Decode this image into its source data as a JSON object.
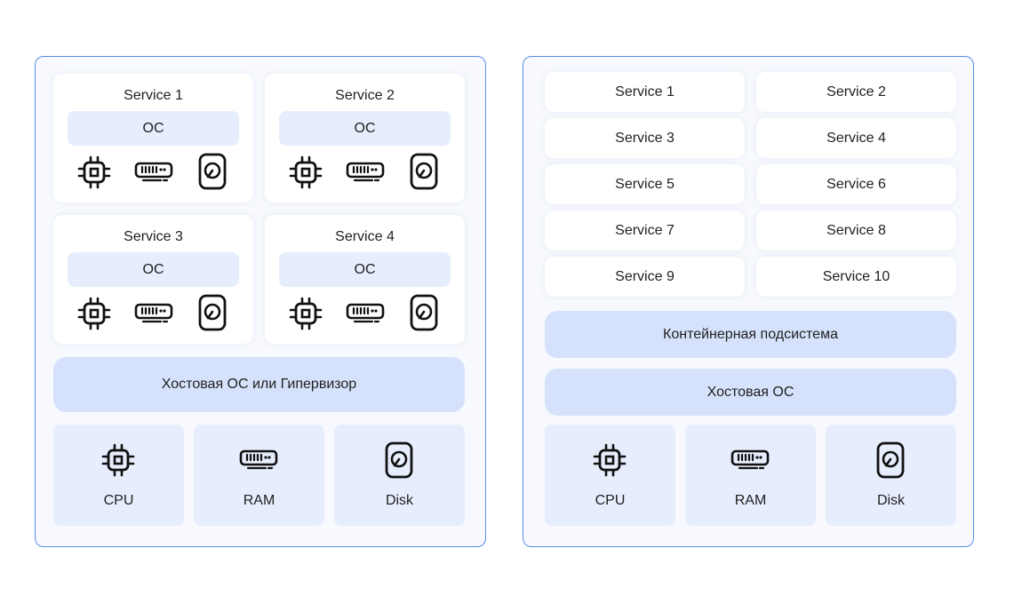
{
  "left": {
    "vms": [
      {
        "title": "Service 1",
        "os": "ОС"
      },
      {
        "title": "Service 2",
        "os": "ОС"
      },
      {
        "title": "Service 3",
        "os": "ОС"
      },
      {
        "title": "Service 4",
        "os": "ОС"
      }
    ],
    "host_layer": "Хостовая ОС или Гипервизор",
    "hardware": [
      {
        "label": "CPU",
        "icon": "cpu-icon"
      },
      {
        "label": "RAM",
        "icon": "ram-icon"
      },
      {
        "label": "Disk",
        "icon": "disk-icon"
      }
    ]
  },
  "right": {
    "services": [
      "Service 1",
      "Service 2",
      "Service 3",
      "Service 4",
      "Service 5",
      "Service 6",
      "Service 7",
      "Service 8",
      "Service 9",
      "Service 10"
    ],
    "container_layer": "Контейнерная подсистема",
    "host_layer": "Хостовая ОС",
    "hardware": [
      {
        "label": "CPU",
        "icon": "cpu-icon"
      },
      {
        "label": "RAM",
        "icon": "ram-icon"
      },
      {
        "label": "Disk",
        "icon": "disk-icon"
      }
    ]
  }
}
